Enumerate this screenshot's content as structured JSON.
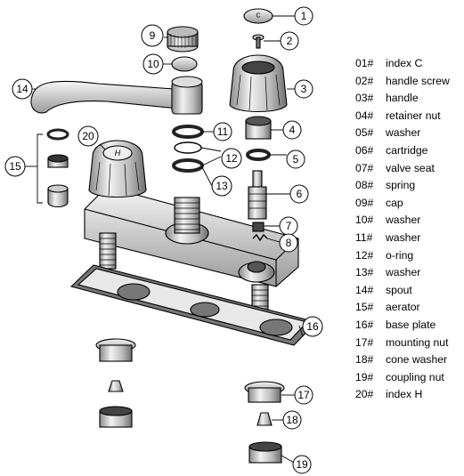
{
  "legend": [
    {
      "num": "01#",
      "name": "index C"
    },
    {
      "num": "02#",
      "name": "handle screw"
    },
    {
      "num": "03#",
      "name": "handle"
    },
    {
      "num": "04#",
      "name": "retainer nut"
    },
    {
      "num": "05#",
      "name": "washer"
    },
    {
      "num": "06#",
      "name": "cartridge"
    },
    {
      "num": "07#",
      "name": "valve seat"
    },
    {
      "num": "08#",
      "name": "spring"
    },
    {
      "num": "09#",
      "name": "cap"
    },
    {
      "num": "10#",
      "name": "washer"
    },
    {
      "num": "11#",
      "name": "washer"
    },
    {
      "num": "12#",
      "name": "o-ring"
    },
    {
      "num": "13#",
      "name": "washer"
    },
    {
      "num": "14#",
      "name": "spout"
    },
    {
      "num": "15#",
      "name": "aerator"
    },
    {
      "num": "16#",
      "name": "base plate"
    },
    {
      "num": "17#",
      "name": "mounting nut"
    },
    {
      "num": "18#",
      "name": "cone washer"
    },
    {
      "num": "19#",
      "name": "coupling nut"
    },
    {
      "num": "20#",
      "name": "index H"
    }
  ],
  "callouts": {
    "c1": "1",
    "c2": "2",
    "c3": "3",
    "c4": "4",
    "c5": "5",
    "c6": "6",
    "c7": "7",
    "c8": "8",
    "c9": "9",
    "c10": "10",
    "c11": "11",
    "c12": "12",
    "c13": "13",
    "c14": "14",
    "c15": "15",
    "c16": "16",
    "c17": "17",
    "c18": "18",
    "c19": "19",
    "c20": "20"
  },
  "handle_marks": {
    "cold": "C",
    "hot": "H"
  }
}
